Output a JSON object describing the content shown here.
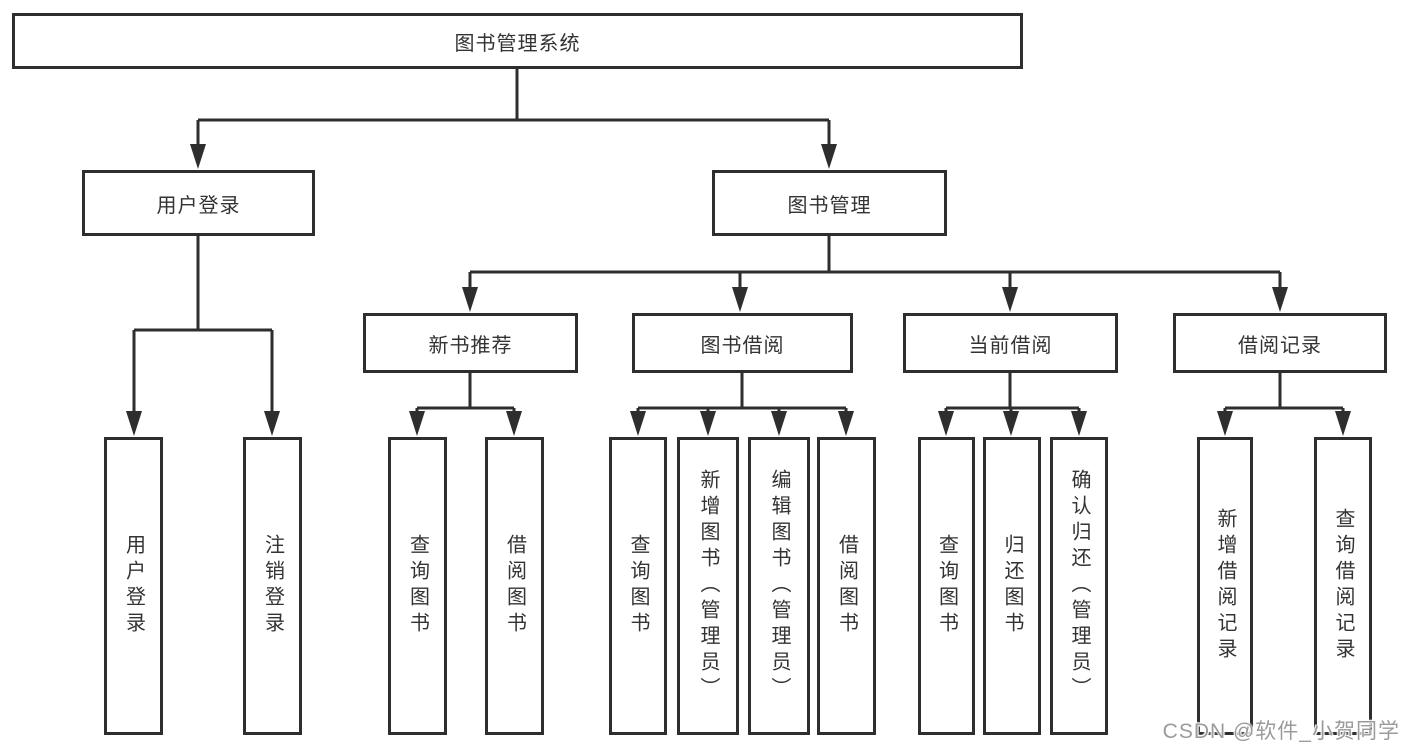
{
  "colors": {
    "line": "#2e2e2e",
    "text": "#333333",
    "background": "#ffffff",
    "watermark": "#9b9b9b"
  },
  "diagram": {
    "root": "图书管理系统",
    "branches": [
      {
        "label": "用户登录",
        "children": [
          "用户登录",
          "注销登录"
        ]
      },
      {
        "label": "图书管理",
        "children": [
          {
            "label": "新书推荐",
            "children": [
              "查询图书",
              "借阅图书"
            ]
          },
          {
            "label": "图书借阅",
            "children": [
              "查询图书",
              "新增图书（管理员）",
              "编辑图书（管理员）",
              "借阅图书"
            ]
          },
          {
            "label": "当前借阅",
            "children": [
              "查询图书",
              "归还图书",
              "确认归还（管理员）"
            ]
          },
          {
            "label": "借阅记录",
            "children": [
              "新增借阅记录",
              "查询借阅记录"
            ]
          }
        ]
      }
    ]
  },
  "watermark": {
    "text": "CSDN @软件_小贺同学"
  }
}
